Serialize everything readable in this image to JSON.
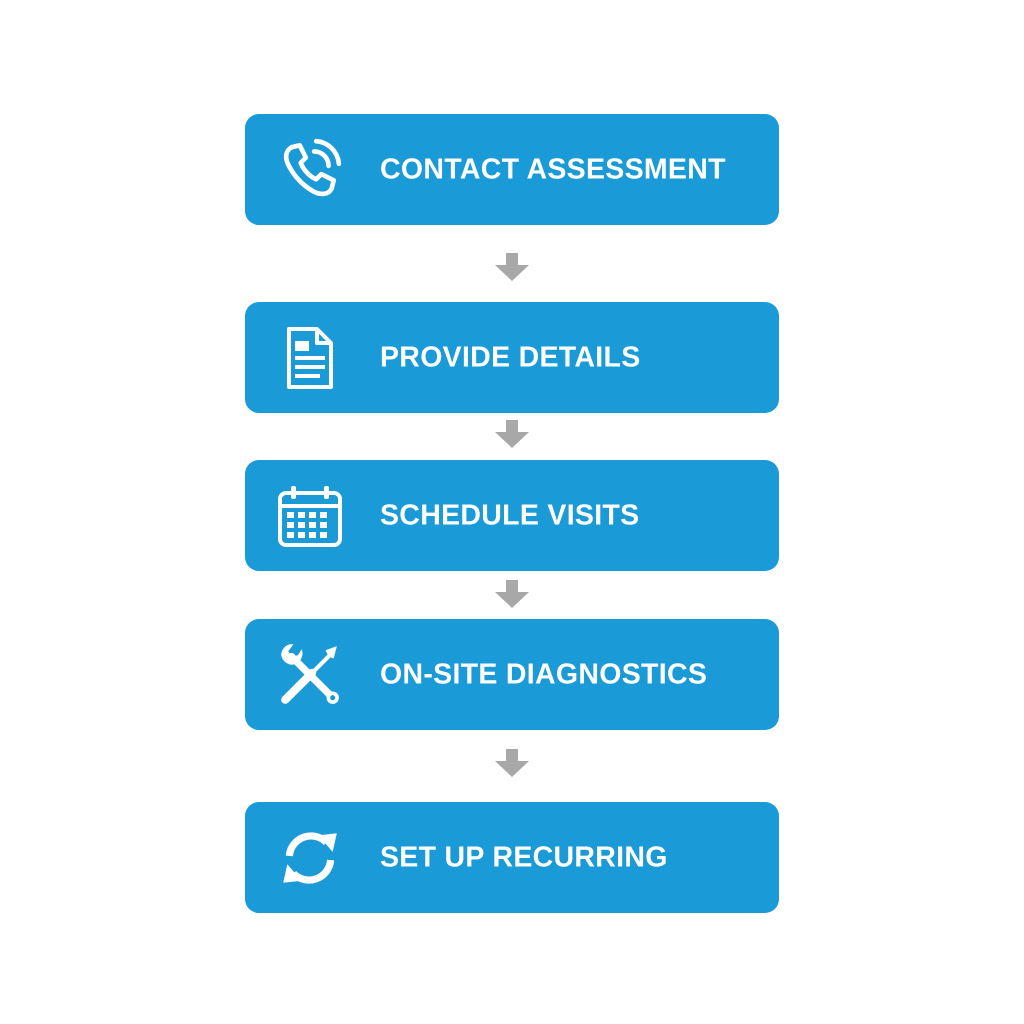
{
  "flow": {
    "steps": [
      {
        "label": "CONTACT ASSESSMENT",
        "icon": "phone-icon"
      },
      {
        "label": "PROVIDE DETAILS",
        "icon": "document-icon"
      },
      {
        "label": "SCHEDULE VISITS",
        "icon": "calendar-icon"
      },
      {
        "label": "ON-SITE DIAGNOSTICS",
        "icon": "wrench-screwdriver-icon"
      },
      {
        "label": "SET UP RECURRING",
        "icon": "refresh-cycle-icon"
      }
    ],
    "connector_icon": "arrow-down-icon"
  },
  "colors": {
    "step_background": "#1a9ad6",
    "step_text": "#ffffff",
    "arrow": "#a8a8a8",
    "page_background": "#ffffff"
  }
}
